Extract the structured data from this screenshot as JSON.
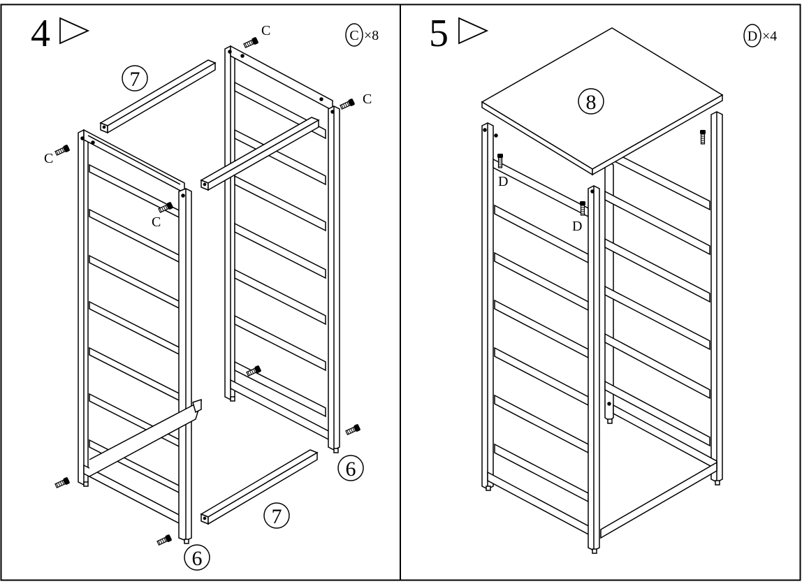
{
  "steps": [
    {
      "number": "4",
      "hardware": {
        "code": "C",
        "times": "×8"
      },
      "parts": {
        "rail": "7",
        "side": "6",
        "screw": "C"
      }
    },
    {
      "number": "5",
      "hardware": {
        "code": "D",
        "times": "×4"
      },
      "parts": {
        "top": "8",
        "bolt": "D"
      }
    }
  ]
}
